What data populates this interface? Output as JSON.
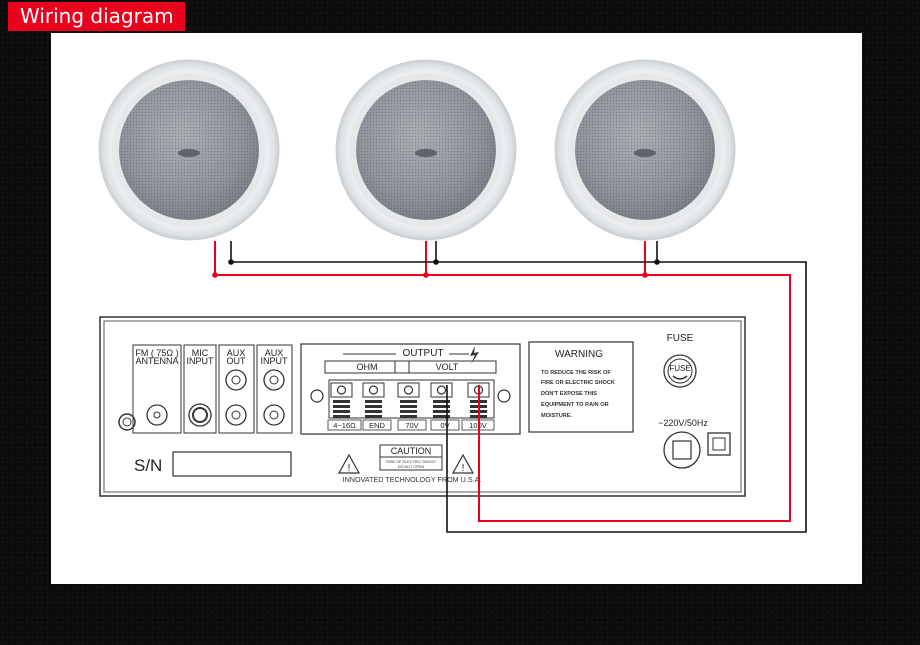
{
  "header": {
    "title": "Wiring diagram"
  },
  "amplifier": {
    "inputs": {
      "fm_antenna": "FM (75Ω) ANTENNA",
      "fm_line1": "FM ( 75Ω )",
      "fm_line2": "ANTENNA",
      "mic_line1": "MIC",
      "mic_line2": "INPUT",
      "aux_out_line1": "AUX",
      "aux_out_line2": "OUT",
      "aux_in_line1": "AUX",
      "aux_in_line2": "INPUT"
    },
    "output": {
      "label": "OUTPUT",
      "ohm_label": "OHM",
      "volt_label": "VOLT",
      "terminals": [
        "4~16Ω",
        "END",
        "70V",
        "0V",
        "100V"
      ]
    },
    "warning": {
      "title": "WARNING",
      "lines": [
        "TO REDUCE THE RISK OF",
        "FIRE OR ELECTRIC SHOCK",
        "DON'T  EXPOSE  THIS",
        "EQUIPMENT TO RAIN OR",
        "MOISTURE."
      ]
    },
    "fuse": {
      "label": "FUSE",
      "inner": "FUSE"
    },
    "power": {
      "label": "~220V/50Hz"
    },
    "serial": {
      "label": "S/N"
    },
    "caution": {
      "title": "CAUTION",
      "line1": "RISK OF ELECTRIC SHOCK",
      "line2": "DO NOT OPEN",
      "brand": "INNOVATED TECHNOLOGY FROM U.S.A."
    }
  },
  "speakers": {
    "count": 3
  },
  "colors": {
    "title_bg": "#e8001c",
    "wire_red": "#e8001c",
    "wire_black": "#111111",
    "panel": "#ffffff",
    "page": "#0b0b0b"
  }
}
